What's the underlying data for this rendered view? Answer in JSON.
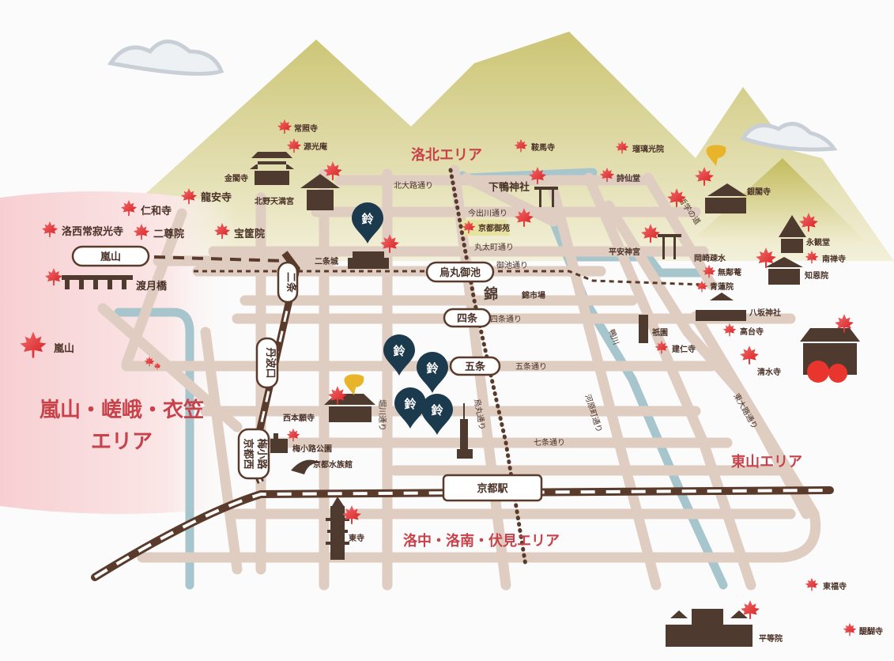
{
  "areas": {
    "rakuhoku": "洛北エリア",
    "arashiyama_line1": "嵐山・嵯峨・衣笠",
    "arashiyama_line2": "エリア",
    "higashiyama": "東山エリア",
    "rakuchu": "洛中・洛南・伏見エリア"
  },
  "stations": {
    "arashiyama": "嵐山",
    "karasuma_oike": "烏丸御池",
    "shijo": "四条",
    "gojo": "五条",
    "kyoto": "京都駅",
    "nijo": "二条",
    "tambaguchi": "丹波口",
    "umekoji_l1": "梅小路",
    "umekoji_l2": "京都西"
  },
  "streets": {
    "kitaoji": "北大路通り",
    "imadegawa": "今出川通り",
    "marutamachi": "丸太町通り",
    "oike": "御池通り",
    "shijo": "四条通り",
    "gojo": "五条通り",
    "shichijo": "七条通り",
    "horikawa": "堀川通り",
    "karasuma": "烏丸通り",
    "kawaramachi": "河原町通り",
    "higashioji": "東大路通り",
    "tetsugaku": "哲学の道",
    "kamogawa": "鴨川"
  },
  "spots": {
    "joshoji": "常照寺",
    "genkoan": "源光庵",
    "kinkakuji": "金閣寺",
    "kitano": "北野天満宮",
    "ryoanji": "龍安寺",
    "ninnaji": "仁和寺",
    "jojakkoji": "洛西常寂光寺",
    "nisonin": "二尊院",
    "hokyoin": "宝筐院",
    "nijojo": "二条城",
    "togetsukyo": "渡月橋",
    "arashiyama": "嵐山",
    "kuramadera": "鞍馬寺",
    "rurikoin": "瑠璃光院",
    "shimogamo": "下鴨神社",
    "shisendo": "詩仙堂",
    "gyoen": "京都御苑",
    "nishiki": "錦市場",
    "heian": "平安神宮",
    "ginkakuji": "銀閣寺",
    "eikando": "永観堂",
    "nanzenji": "南禅寺",
    "chionin": "知恩院",
    "okazaki": "岡崎疎水",
    "murinan": "無鄰菴",
    "shorenin": "青蓮院",
    "yasaka": "八坂神社",
    "gion": "祇園",
    "kodaiji": "高台寺",
    "kenninji": "建仁寺",
    "kiyomizu": "清水寺",
    "nishihonganji": "西本願寺",
    "umekoji_park": "梅小路公園",
    "aquarium": "京都水族館",
    "toji": "東寺",
    "tofukuji": "東福寺",
    "daigoji": "醍醐寺",
    "byodoin": "平等院"
  },
  "pins": {
    "glyph": "鈴",
    "count": 5
  },
  "colors": {
    "road": "#dfcdc2",
    "river": "#a7c5cc",
    "rail": "#5a3a2a",
    "area": "#c7424a",
    "maple": "#e8352e",
    "pin": "#1c3a4e",
    "mountain": "#c8c26a"
  }
}
